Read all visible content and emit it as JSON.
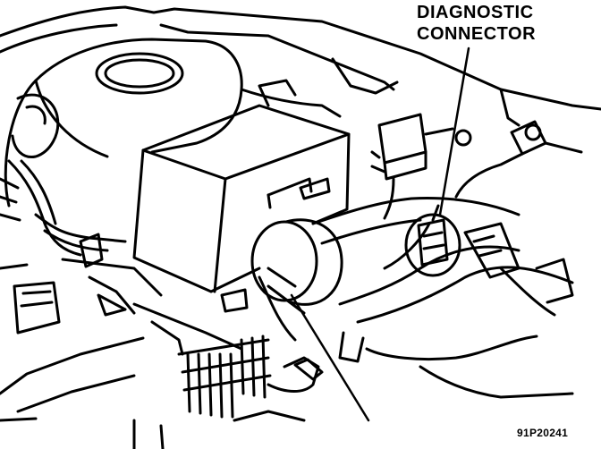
{
  "callout": {
    "line1": "DIAGNOSTIC",
    "line2": "CONNECTOR"
  },
  "figure_id": "91P20241",
  "colors": {
    "ink": "#000000",
    "paper": "#ffffff"
  }
}
